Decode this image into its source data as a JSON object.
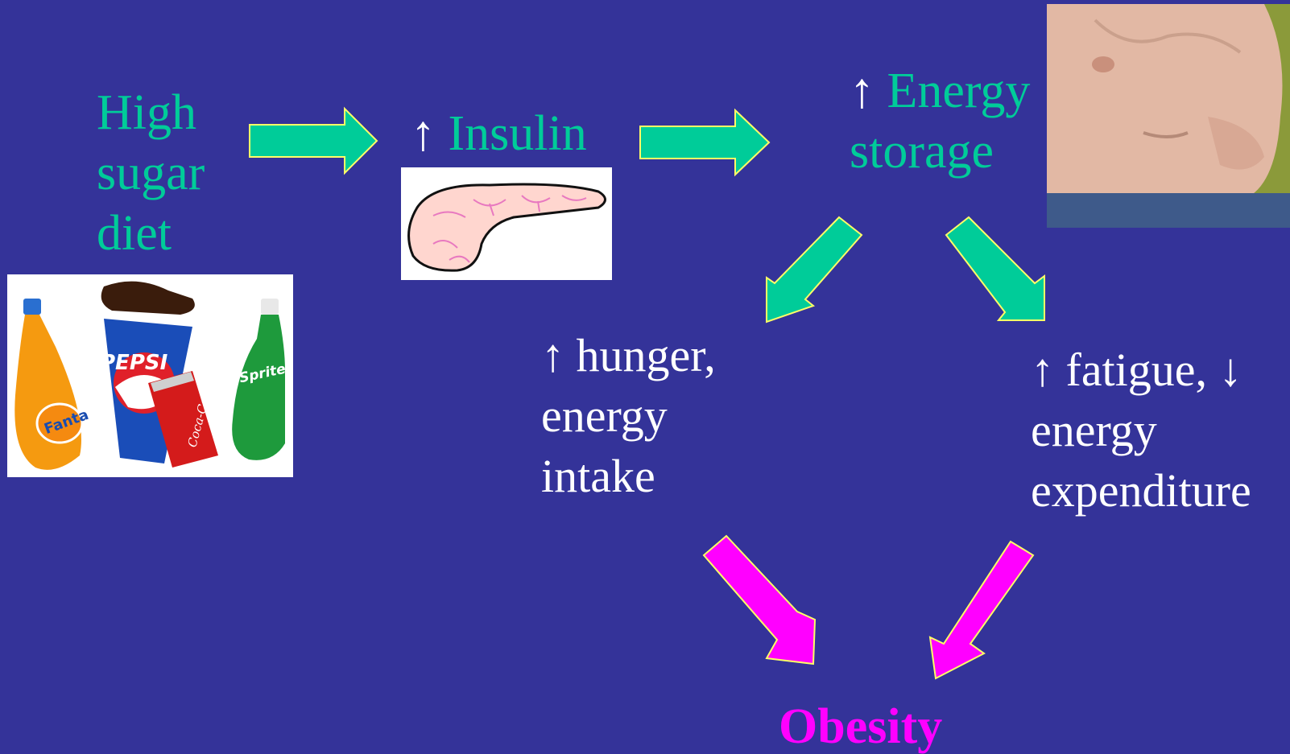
{
  "colors": {
    "background": "#343399",
    "teal": "#00CC99",
    "magenta": "#FF00FF",
    "arrow_outline": "#FFFF66",
    "white": "#FFFFFF"
  },
  "nodes": {
    "high_sugar_diet": {
      "lines": [
        "High",
        "sugar",
        "diet"
      ]
    },
    "insulin": {
      "arrow": "↑",
      "text": "Insulin"
    },
    "energy_storage": {
      "arrow": "↑",
      "line1": "Energy",
      "line2": "storage"
    },
    "hunger": {
      "arrow": "↑",
      "line1": "hunger,",
      "line2": "energy",
      "line3": "intake"
    },
    "fatigue": {
      "arrow_up": "↑",
      "line1": "fatigue,",
      "arrow_down": "↓",
      "line2": "energy",
      "line3": "expenditure"
    },
    "obesity": {
      "text": "Obesity"
    }
  },
  "images": {
    "soda": {
      "icon": "soda-bottles-image",
      "labels": [
        "Fanta",
        "PEPSI",
        "Coca-Cola",
        "Sprite"
      ]
    },
    "pancreas": {
      "icon": "pancreas-image"
    },
    "belly": {
      "icon": "belly-photo-image"
    }
  }
}
